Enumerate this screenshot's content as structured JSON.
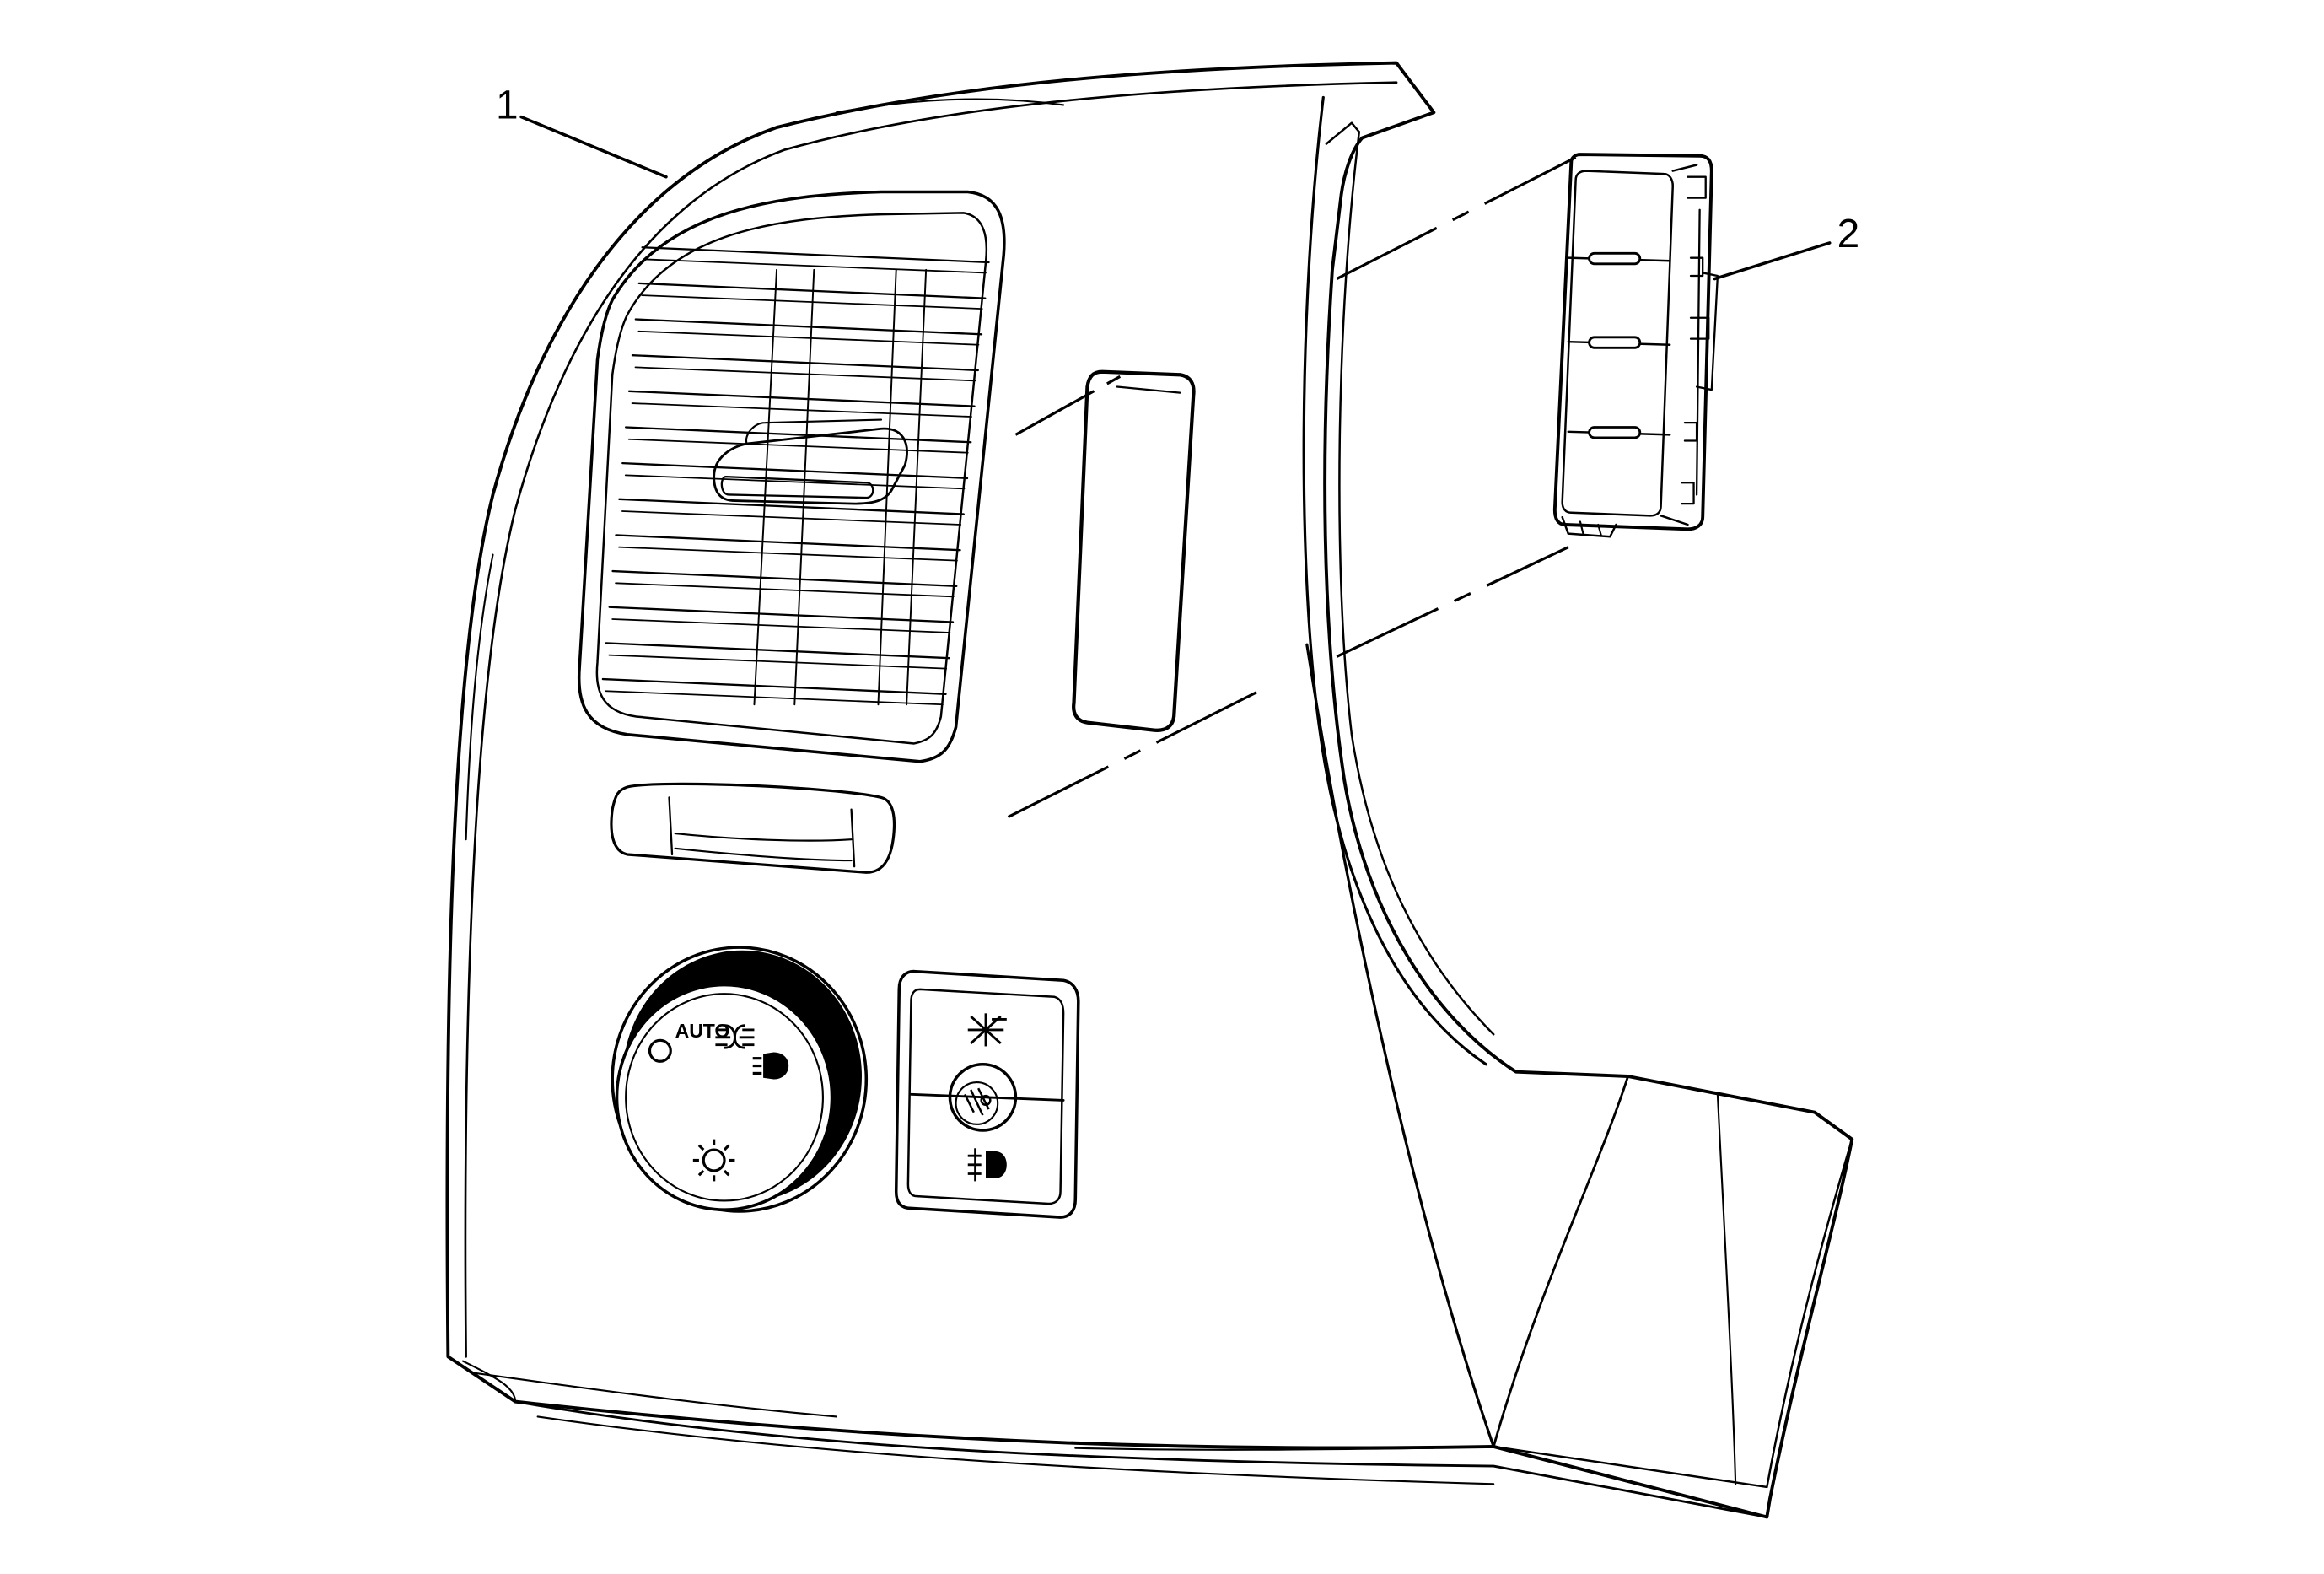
{
  "diagram": {
    "callouts": [
      {
        "id": "1",
        "label": "1"
      },
      {
        "id": "2",
        "label": "2"
      }
    ],
    "knob": {
      "auto_label": "AUTO"
    },
    "colors": {
      "line": "#000000",
      "background": "#ffffff"
    },
    "icons": [
      "headlamp-switch-off-icon",
      "parking-lamp-icon",
      "headlamp-icon",
      "dome-lamp-icon",
      "dimmer-icon",
      "fog-lamp-icon"
    ]
  }
}
